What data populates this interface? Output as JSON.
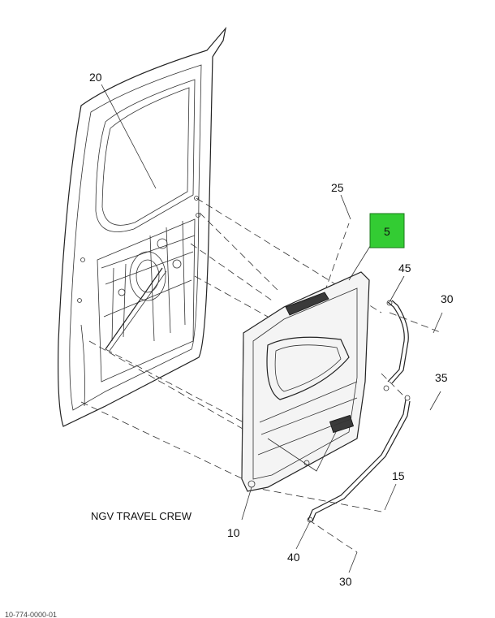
{
  "diagram": {
    "caption": "NGV TRAVEL CREW",
    "footer_id": "10-774-0000-01",
    "highlight_color": "#33cc33",
    "callouts": {
      "c20": "20",
      "c25": "25",
      "c5": "5",
      "c45": "45",
      "c30a": "30",
      "c35": "35",
      "c15": "15",
      "c10": "10",
      "c40": "40",
      "c30b": "30"
    }
  }
}
